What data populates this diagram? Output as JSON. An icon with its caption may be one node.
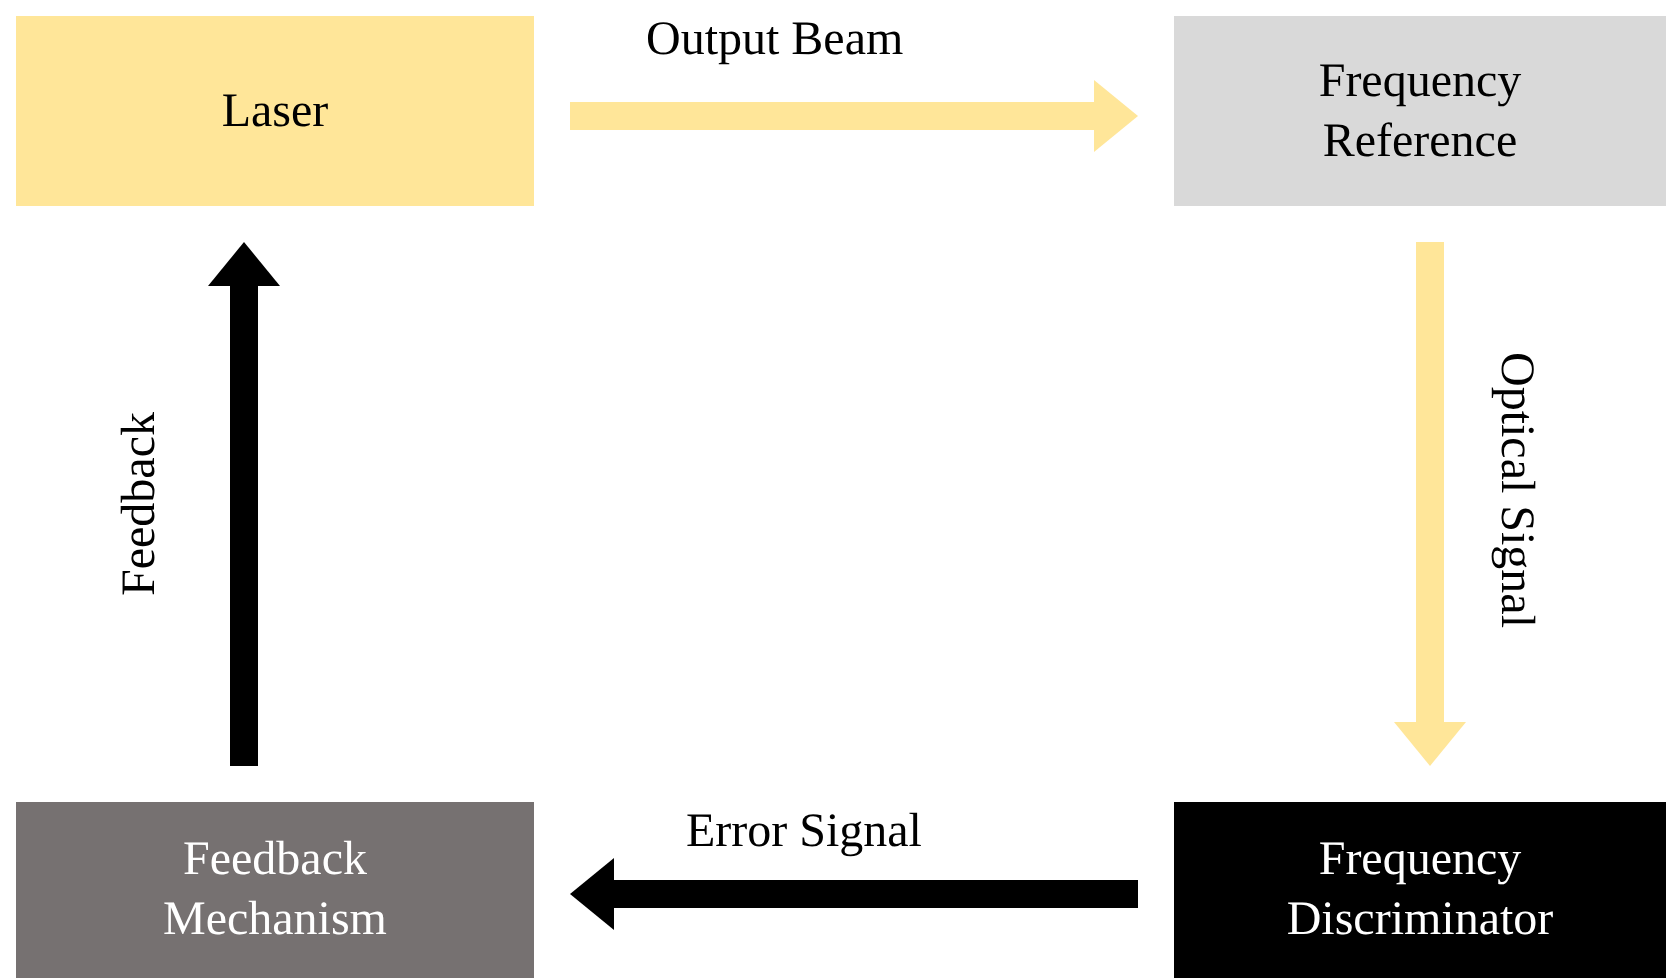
{
  "diagram": {
    "nodes": [
      {
        "text": [
          "Laser"
        ]
      },
      {
        "text": [
          "Frequency Reference"
        ]
      },
      {
        "text": [
          "Frequency Discriminator"
        ]
      },
      {
        "text": [
          "Feedback Mechanism"
        ]
      }
    ],
    "edges": [
      {
        "from": 0,
        "to": 1,
        "arrow": "to",
        "label": "Output Beam",
        "color": "#ffe699"
      },
      {
        "from": 1,
        "to": 2,
        "arrow": "to",
        "label": "Optical Signal",
        "color": "#ffe699"
      },
      {
        "from": 2,
        "to": 3,
        "arrow": "to",
        "label": "Error Signal",
        "color": "#000000"
      },
      {
        "from": 3,
        "to": 0,
        "arrow": "to",
        "label": "Feedback",
        "color": "#000000"
      }
    ]
  }
}
